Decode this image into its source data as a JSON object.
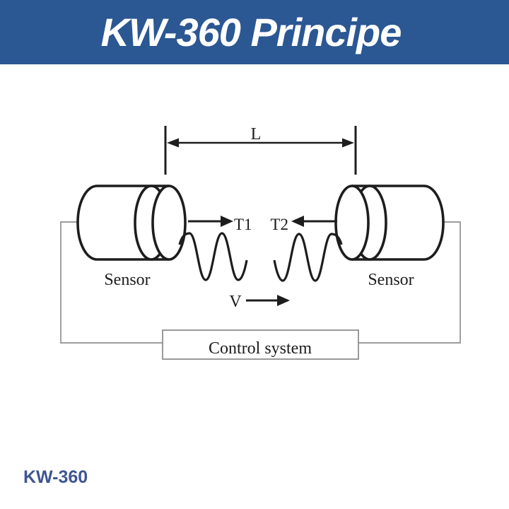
{
  "header": {
    "title": "KW-360 Principe"
  },
  "diagram": {
    "dimension_label": "L",
    "t1_label": "T1",
    "t2_label": "T2",
    "velocity_label": "V",
    "left_sensor_label": "Sensor",
    "right_sensor_label": "Sensor",
    "control_box_label": "Control system"
  },
  "footer": {
    "model_label": "KW-360"
  },
  "colors": {
    "banner_bg": "#2b5793",
    "banner_text": "#ffffff",
    "diagram_stroke": "#1d1d1d",
    "wire_stroke": "#8f8f8f",
    "model_text": "#3f5693"
  }
}
